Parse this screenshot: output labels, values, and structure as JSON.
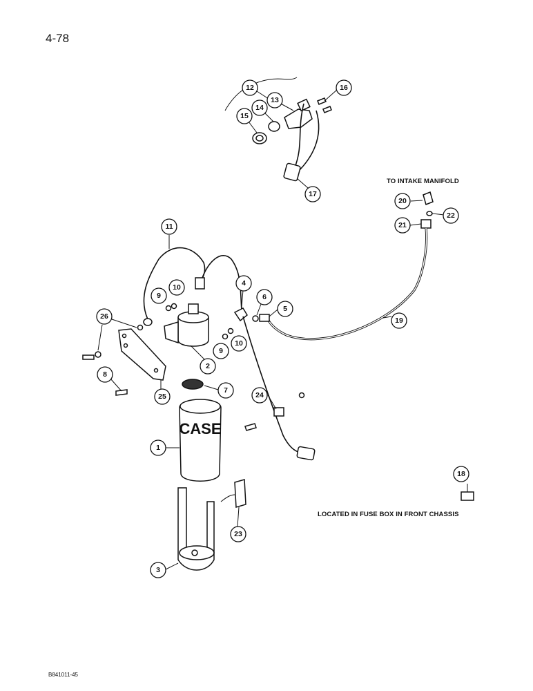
{
  "page": {
    "number": "4-78",
    "doc_code": "B841011-45"
  },
  "notes": {
    "intake": "TO INTAKE MANIFOLD",
    "fuse": "LOCATED IN FUSE BOX IN FRONT CHASSIS"
  },
  "filter_brand": "CASE",
  "callouts": {
    "c1": "1",
    "c2": "2",
    "c3": "3",
    "c4": "4",
    "c5": "5",
    "c6": "6",
    "c7": "7",
    "c8": "8",
    "c9a": "9",
    "c9b": "9",
    "c10a": "10",
    "c10b": "10",
    "c11": "11",
    "c12": "12",
    "c13": "13",
    "c14": "14",
    "c15": "15",
    "c16": "16",
    "c17": "17",
    "c18": "18",
    "c19": "19",
    "c20": "20",
    "c21": "21",
    "c22": "22",
    "c23": "23",
    "c24": "24",
    "c25": "25",
    "c26": "26"
  }
}
